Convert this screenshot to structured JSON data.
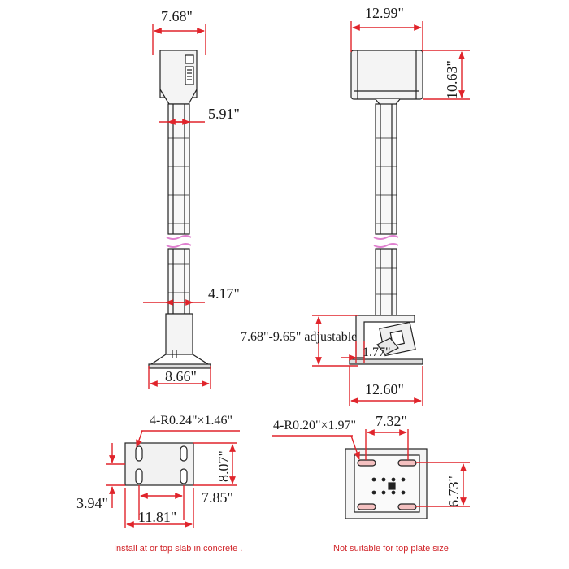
{
  "colors": {
    "dimension": "#e0242b",
    "outline": "#222222",
    "joint": "#e080d0",
    "note": "#d1252a"
  },
  "dimensions": {
    "left_top_width": "7.68\"",
    "left_pole_width": "5.91\"",
    "left_lower_width": "4.17\"",
    "left_base_width": "8.66\"",
    "right_top_width": "12.99\"",
    "right_top_height": "10.63\"",
    "adjustable": "7.68\"-9.65\" adjustable",
    "right_mount_offset": "1.77\"",
    "right_base_width": "12.60\""
  },
  "plates": {
    "left": {
      "slot_spec": "4-R0.24\"×1.46\"",
      "dim_height": "8.07\"",
      "dim_inner_width": "7.85\"",
      "dim_side": "3.94\"",
      "dim_width": "11.81\"",
      "note": "Install at or top slab in concrete ."
    },
    "right": {
      "slot_spec": "4-R0.20\"×1.97\"",
      "dim_width": "7.32\"",
      "dim_height": "6.73\"",
      "note": "Not suitable for top plate size"
    }
  }
}
